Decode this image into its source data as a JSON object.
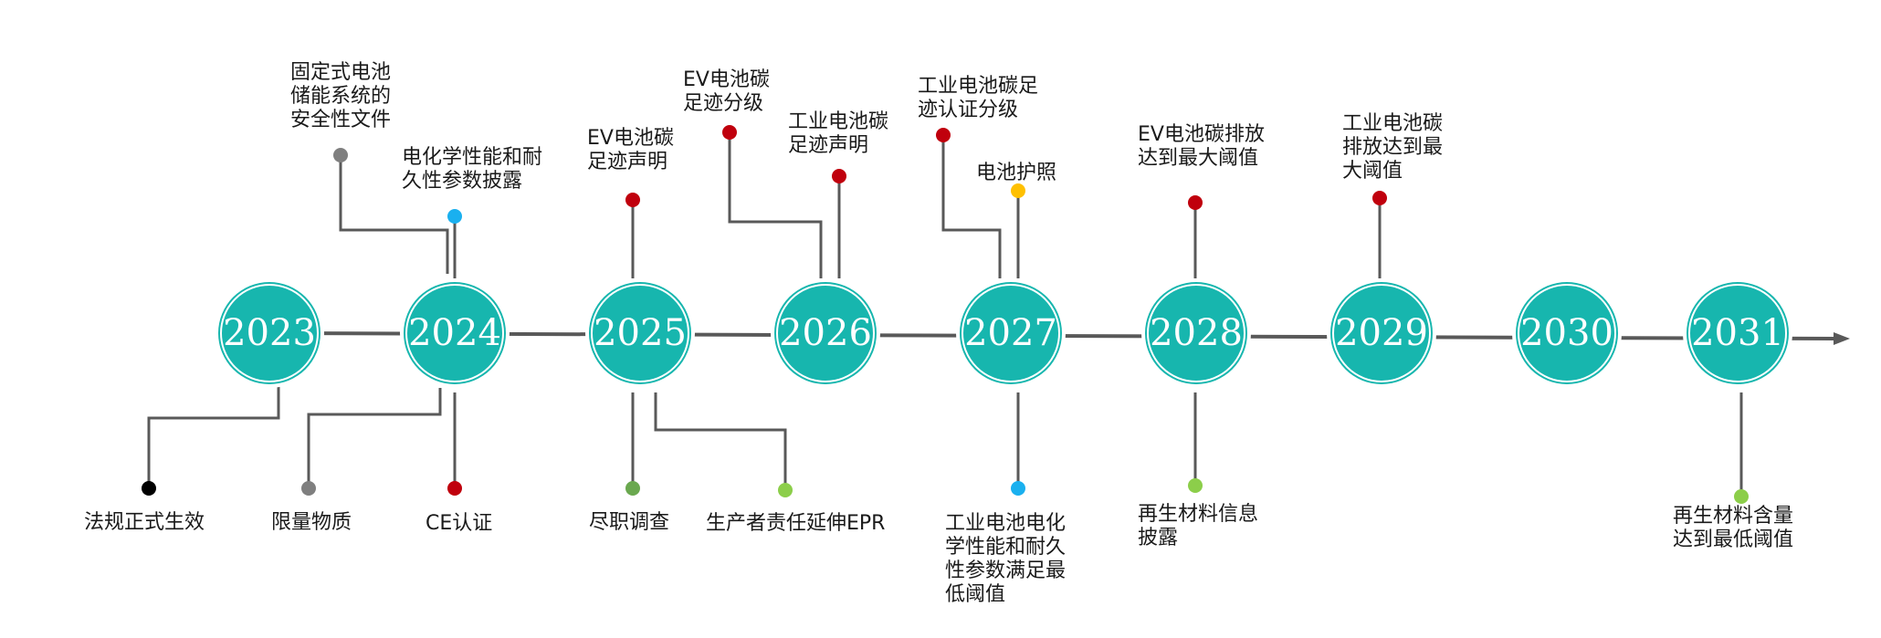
{
  "timeline": {
    "years": [
      "2023",
      "2024",
      "2025",
      "2026",
      "2027",
      "2028",
      "2029",
      "2030",
      "2031"
    ],
    "events": [
      {
        "id": "e1",
        "text": "法规正式生效",
        "color": "#000000",
        "year": "2023",
        "side": "below"
      },
      {
        "id": "e2",
        "text": "固定式电池\n储能系统的\n安全性文件",
        "color": "#7f7f7f",
        "year": "2024",
        "side": "above"
      },
      {
        "id": "e3",
        "text": "限量物质",
        "color": "#7f7f7f",
        "year": "2024",
        "side": "below"
      },
      {
        "id": "e4",
        "text": "电化学性能和耐\n久性参数披露",
        "color": "#1ab0ef",
        "year": "2024",
        "side": "above"
      },
      {
        "id": "e5",
        "text": "CE认证",
        "color": "#c0000d",
        "year": "2024",
        "side": "below"
      },
      {
        "id": "e6",
        "text": "EV电池碳\n足迹声明",
        "color": "#c0000d",
        "year": "2025",
        "side": "above"
      },
      {
        "id": "e7",
        "text": "尽职调查",
        "color": "#6aa84f",
        "year": "2025",
        "side": "below"
      },
      {
        "id": "e8",
        "text": "生产者责任延伸EPR",
        "color": "#8cce4a",
        "year": "2025",
        "side": "below"
      },
      {
        "id": "e9",
        "text": "EV电池碳\n足迹分级",
        "color": "#c0000d",
        "year": "2026",
        "side": "above"
      },
      {
        "id": "e10",
        "text": "工业电池碳\n足迹声明",
        "color": "#c0000d",
        "year": "2026",
        "side": "above"
      },
      {
        "id": "e11",
        "text": "工业电池碳足\n迹认证分级",
        "color": "#c0000d",
        "year": "2027",
        "side": "above"
      },
      {
        "id": "e12",
        "text": "电池护照",
        "color": "#ffc000",
        "year": "2027",
        "side": "above"
      },
      {
        "id": "e13",
        "text": "工业电池电化\n学性能和耐久\n性参数满足最\n低阈值",
        "color": "#1ab0ef",
        "year": "2027",
        "side": "below"
      },
      {
        "id": "e14",
        "text": "EV电池碳排放\n达到最大阈值",
        "color": "#c0000d",
        "year": "2028",
        "side": "above"
      },
      {
        "id": "e15",
        "text": "再生材料信息\n披露",
        "color": "#8cce4a",
        "year": "2028",
        "side": "below"
      },
      {
        "id": "e16",
        "text": "工业电池碳\n排放达到最\n大阈值",
        "color": "#c0000d",
        "year": "2029",
        "side": "above"
      },
      {
        "id": "e17",
        "text": "再生材料含量\n达到最低阈值",
        "color": "#8cce4a",
        "year": "2031",
        "side": "below"
      }
    ]
  },
  "colors": {
    "circle": "#17b6ae",
    "line": "#595959"
  }
}
